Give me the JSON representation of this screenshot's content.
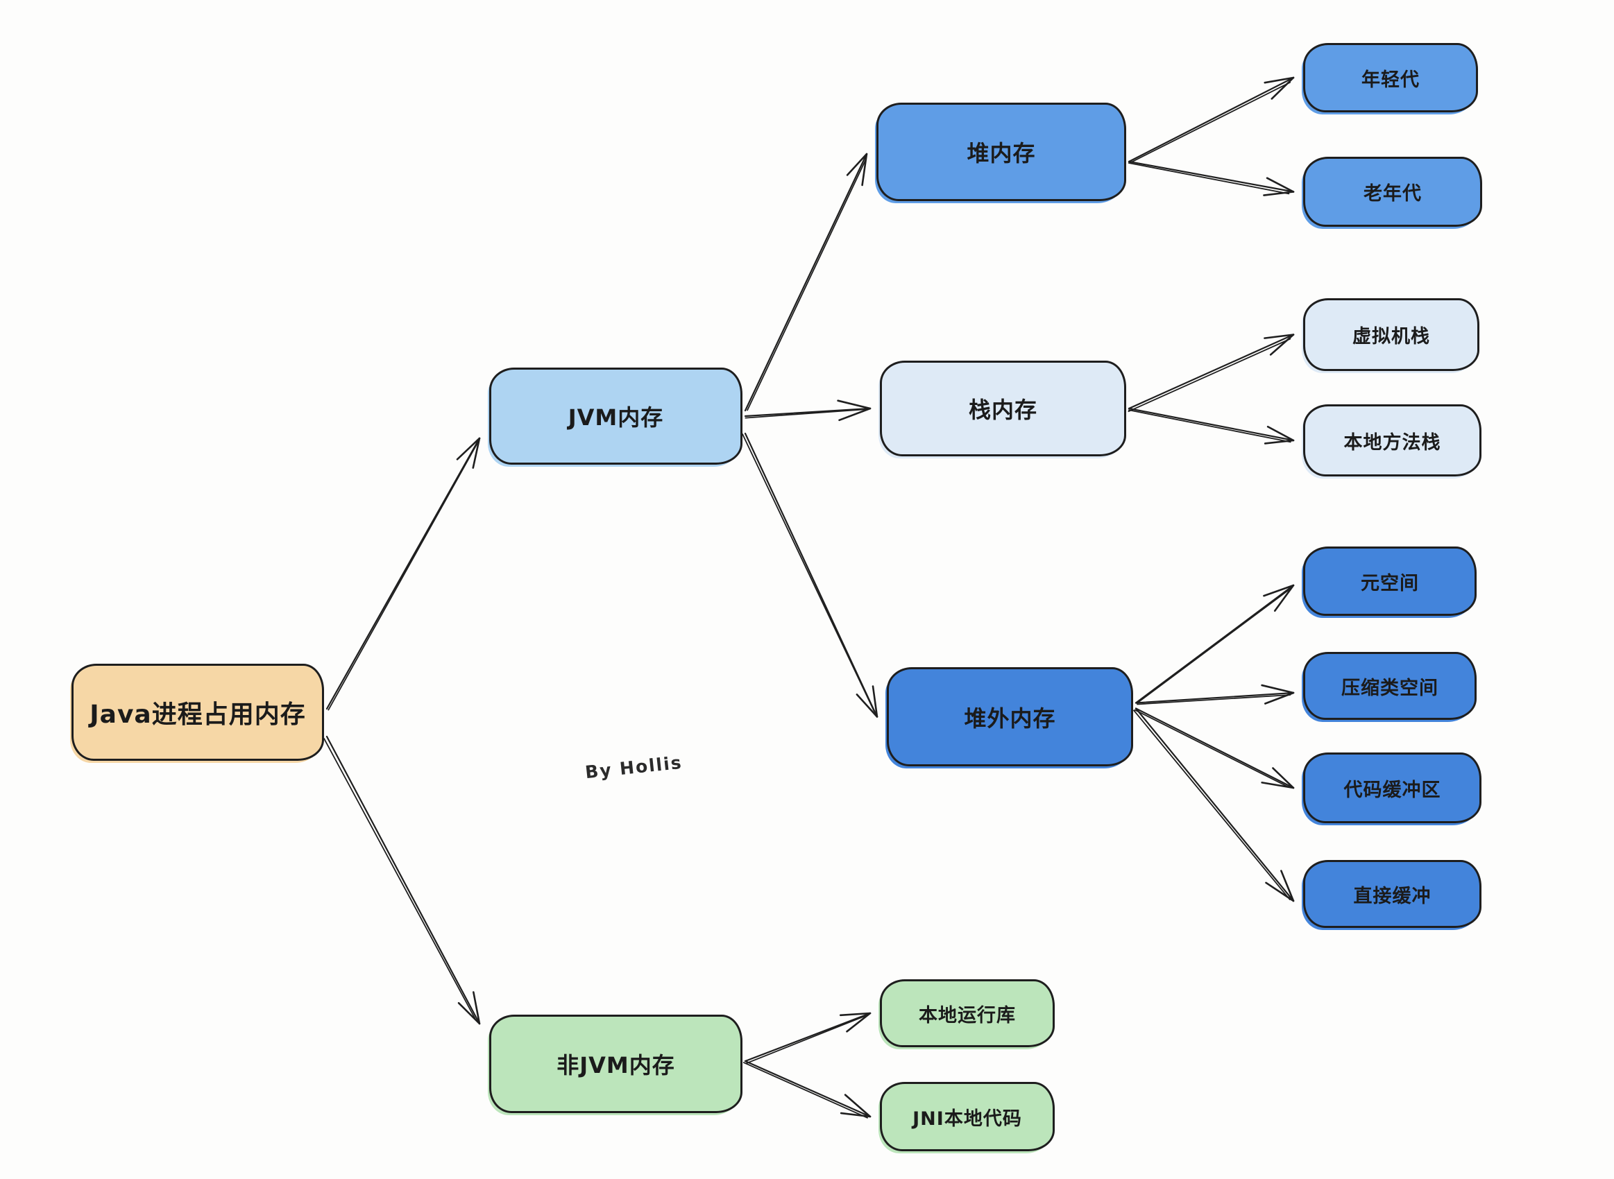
{
  "watermark": "By Hollis",
  "colors": {
    "tan": "#f6d7a6",
    "light_blue": "#aed4f2",
    "mid_blue": "#5f9de6",
    "pale_blue": "#deeaf6",
    "deep_blue": "#4384db",
    "green": "#bce5bb",
    "border": "#1e1e1e",
    "arrow": "#1f1f1f",
    "background": "#fdfdfc"
  },
  "nodes": {
    "root": {
      "label": "Java进程占用内存"
    },
    "jvm": {
      "label": "JVM内存"
    },
    "heap": {
      "label": "堆内存"
    },
    "young": {
      "label": "年轻代"
    },
    "old": {
      "label": "老年代"
    },
    "stack": {
      "label": "栈内存"
    },
    "vm_stack": {
      "label": "虚拟机栈"
    },
    "native_method_stack": {
      "label": "本地方法栈"
    },
    "off_heap": {
      "label": "堆外内存"
    },
    "metaspace": {
      "label": "元空间"
    },
    "compressed_class_space": {
      "label": "压缩类空间"
    },
    "code_cache": {
      "label": "代码缓冲区"
    },
    "direct_buffer": {
      "label": "直接缓冲"
    },
    "non_jvm": {
      "label": "非JVM内存"
    },
    "native_lib": {
      "label": "本地运行库"
    },
    "jni_native_code": {
      "label": "JNI本地代码"
    }
  },
  "edges": [
    {
      "from": "root",
      "to": "jvm"
    },
    {
      "from": "root",
      "to": "non_jvm"
    },
    {
      "from": "jvm",
      "to": "heap"
    },
    {
      "from": "jvm",
      "to": "stack"
    },
    {
      "from": "jvm",
      "to": "off_heap"
    },
    {
      "from": "heap",
      "to": "young"
    },
    {
      "from": "heap",
      "to": "old"
    },
    {
      "from": "stack",
      "to": "vm_stack"
    },
    {
      "from": "stack",
      "to": "native_method_stack"
    },
    {
      "from": "off_heap",
      "to": "metaspace"
    },
    {
      "from": "off_heap",
      "to": "compressed_class_space"
    },
    {
      "from": "off_heap",
      "to": "code_cache"
    },
    {
      "from": "off_heap",
      "to": "direct_buffer"
    },
    {
      "from": "non_jvm",
      "to": "native_lib"
    },
    {
      "from": "non_jvm",
      "to": "jni_native_code"
    }
  ]
}
